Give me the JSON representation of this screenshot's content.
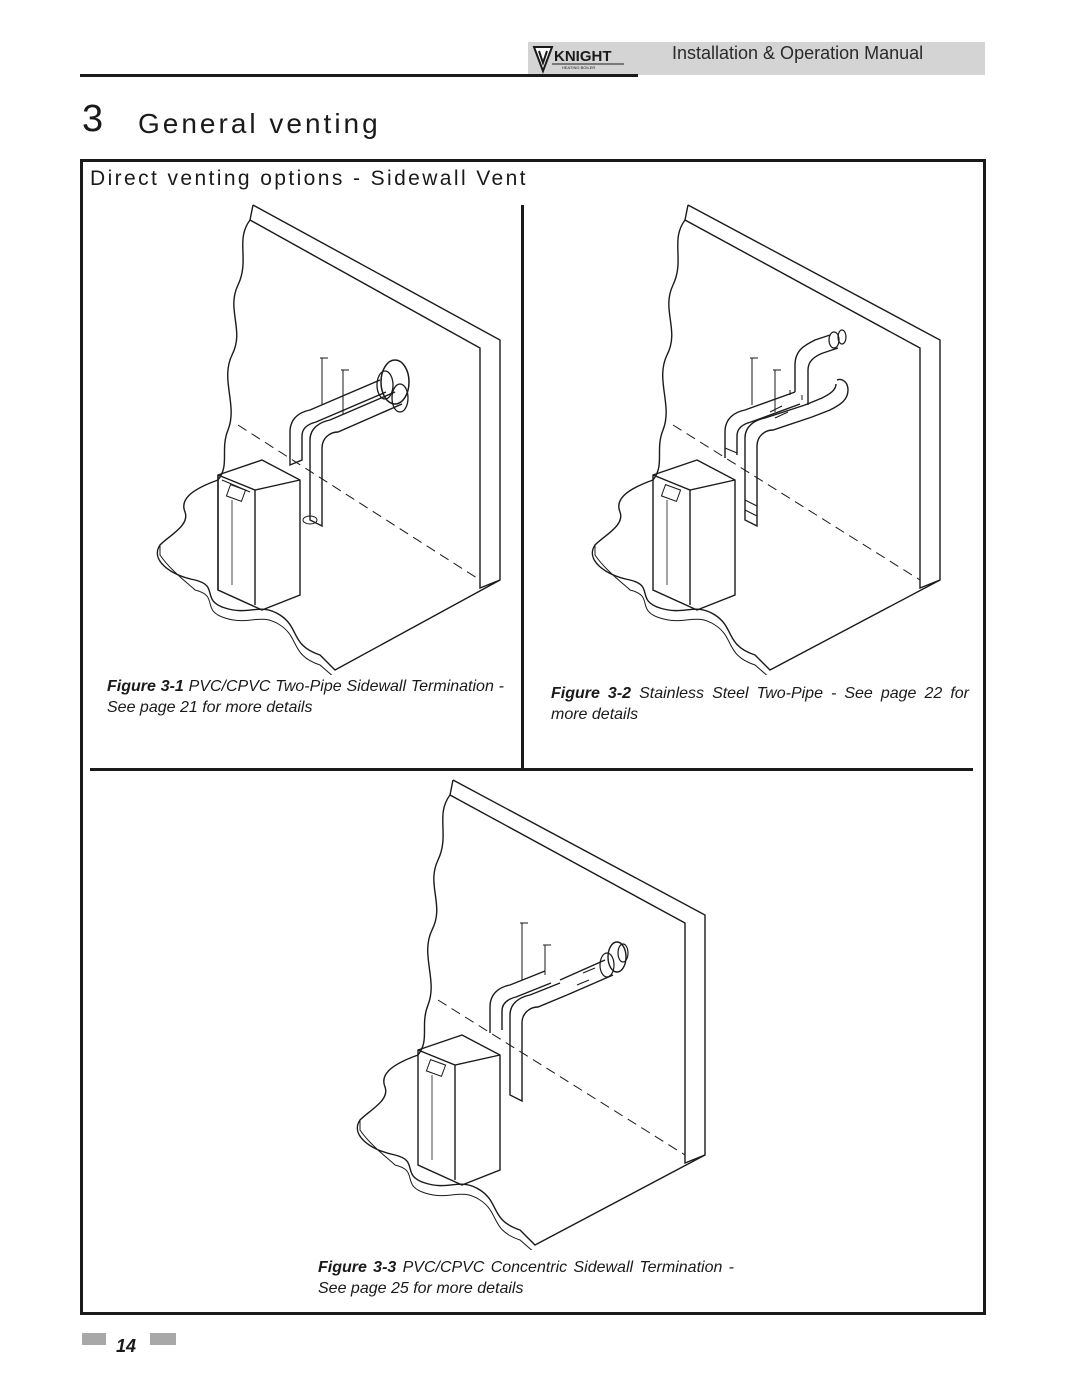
{
  "header": {
    "manual_title": "Installation & Operation Manual",
    "logo_text": "KNIGHT",
    "logo_tagline": "HEATING BOILER"
  },
  "section": {
    "number": "3",
    "title": "General venting",
    "subsection_title": "Direct venting options - Sidewall Vent"
  },
  "figures": [
    {
      "label": "Figure 3-1",
      "caption": "PVC/CPVC Two-Pipe Sidewall Termination - See page 21 for more details",
      "icon": "boiler-two-pipe-sidewall-illustration"
    },
    {
      "label": "Figure 3-2",
      "caption": "Stainless Steel Two-Pipe - See page 22 for more details",
      "icon": "boiler-stainless-two-pipe-illustration"
    },
    {
      "label": "Figure 3-3",
      "caption": "PVC/CPVC Concentric Sidewall Termination - See page 25 for more details",
      "icon": "boiler-concentric-sidewall-illustration"
    }
  ],
  "footer": {
    "page_number": "14"
  },
  "colors": {
    "ink": "#1a1a1a",
    "header_band": "#d4d4d4",
    "footer_bar": "#a8a8a8"
  }
}
